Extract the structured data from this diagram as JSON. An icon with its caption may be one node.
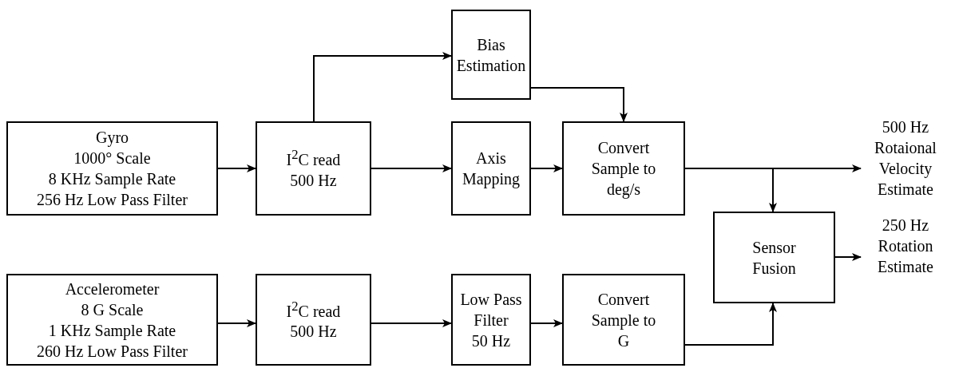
{
  "diagram": {
    "nodes": [
      {
        "text": [
          "Gyro",
          "1000° Scale",
          "8 KHz Sample Rate",
          "256 Hz Low Pass Filter"
        ]
      },
      {
        "text": [
          "I$^{2}$C read",
          "500 Hz"
        ]
      },
      {
        "text": [
          "Bias Estimation"
        ]
      },
      {
        "text": [
          "Axis Mapping"
        ]
      },
      {
        "text": [
          "Convert Sample to deg/s"
        ]
      },
      {
        "text": [
          "Sensor Fusion"
        ]
      },
      {
        "text": [
          "Accelerometer",
          "8 G Scale",
          "1 KHz Sample Rate",
          "260 Hz Low Pass Filter"
        ]
      },
      {
        "text": [
          "I$^{2}$C read",
          "500 Hz"
        ]
      },
      {
        "text": [
          "Low Pass Filter",
          "50 Hz"
        ]
      },
      {
        "text": [
          "Convert Sample to G"
        ]
      },
      {
        "text": [
          "500 Hz Rotaional Velocity Estimate"
        ]
      },
      {
        "text": [
          "250 Hz Rotation Estimate"
        ]
      }
    ],
    "edges": [
      {
        "from": 0,
        "to": 1,
        "arrow": "to"
      },
      {
        "from": 1,
        "to": 2,
        "arrow": "to"
      },
      {
        "from": 1,
        "to": 3,
        "arrow": "to"
      },
      {
        "from": 3,
        "to": 4,
        "arrow": "to"
      },
      {
        "from": 2,
        "to": 4,
        "arrow": "to"
      },
      {
        "from": 4,
        "to": 10,
        "arrow": "to"
      },
      {
        "from": 4,
        "to": 5,
        "arrow": "to"
      },
      {
        "from": 9,
        "to": 5,
        "arrow": "to"
      },
      {
        "from": 5,
        "to": 11,
        "arrow": "to"
      },
      {
        "from": 6,
        "to": 7,
        "arrow": "to"
      },
      {
        "from": 7,
        "to": 8,
        "arrow": "to"
      },
      {
        "from": 8,
        "to": 9,
        "arrow": "to"
      }
    ]
  }
}
